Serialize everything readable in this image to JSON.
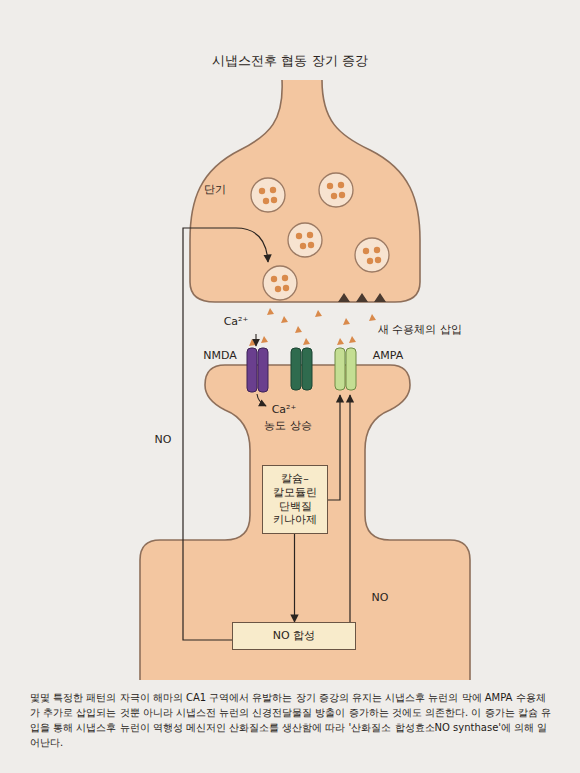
{
  "diagram": {
    "title": "시냅스전후 협동 장기 증강",
    "caption": "몇몇 특정한 패턴의 자극이 해마의 CA1 구역에서 유발하는 장기 증강의 유지는 시냅스후 뉴런의 막에 AMPA 수용체가 추가로 삽입되는 것뿐 아니라 시냅스전 뉴런의 신경전달물질 방출이 증가하는 것에도 의존한다. 이 증가는 칼슘 유입을 통해 시냅스후 뉴런이 역행성 메신저인 산화질소를 생산함에 따라 '산화질소 합성효소NO synthase'에 의해 일어난다.",
    "nodes": [
      {
        "text": [
          "칼슘– 칼모듈린 단백질 키나아제"
        ]
      },
      {
        "text": [
          "NO 합성"
        ]
      }
    ],
    "edges": [
      {
        "from": 0,
        "to": 1,
        "arrow": "to"
      }
    ],
    "labels": [
      "단기",
      "Ca²⁺",
      "NMDA",
      "새 수용체의 삽입",
      "AMPA",
      "Ca²⁺",
      "농도 상승",
      "NO",
      "NO"
    ]
  }
}
